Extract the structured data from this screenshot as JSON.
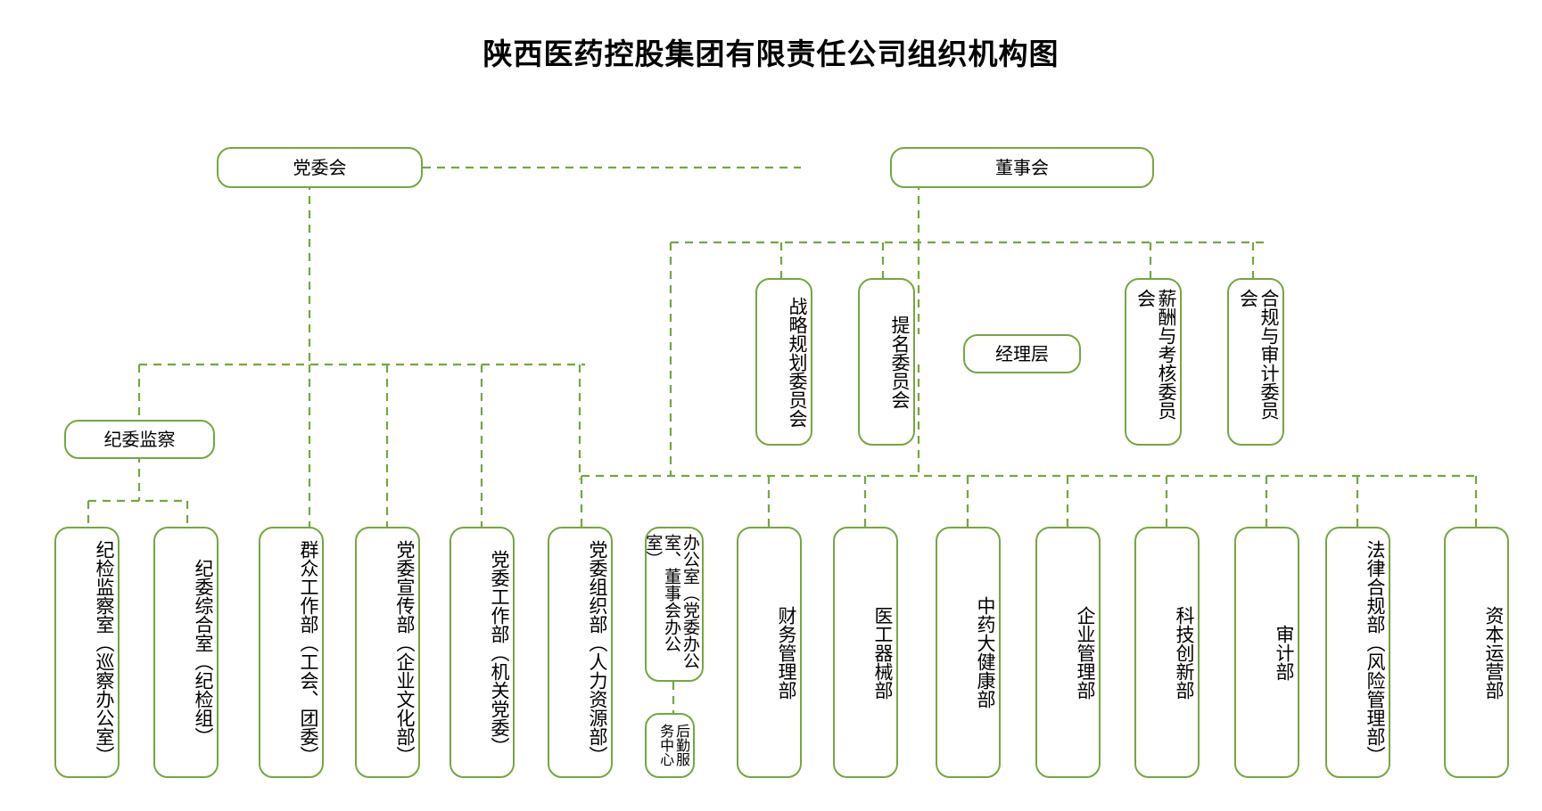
{
  "title": "陕西医药控股集团有限责任公司组织机构图",
  "colors": {
    "line": "#76a63f",
    "border": "#76a63f",
    "text": "#000000",
    "background": "#ffffff"
  },
  "nodes": {
    "party_committee": "党委会",
    "board_of_directors": "董事会",
    "strategy_committee": "战略规划委员会",
    "nomination_committee": "提名委员会",
    "management_layer": "经理层",
    "compensation_committee": "薪酬与考核委员会",
    "compliance_audit_committee": "合规与审计委员会",
    "discipline_inspection": "纪委监察",
    "dept_discipline_office": "纪检监察室（巡察办公室）",
    "dept_discipline_general": "纪委综合室（纪检组）",
    "dept_mass_work": "群众工作部（工会、团委）",
    "dept_propaganda": "党委宣传部（企业文化部）",
    "dept_party_work": "党委工作部（机关党委）",
    "dept_organization": "党委组织部（人力资源部）",
    "dept_office": "办公室（党委办公室、董事会办公室）",
    "dept_logistics": "后勤服务中心",
    "dept_finance": "财务管理部",
    "dept_medical_device": "医工器械部",
    "dept_tcm_health": "中药大健康部",
    "dept_enterprise_mgmt": "企业管理部",
    "dept_sci_tech": "科技创新部",
    "dept_audit": "审计部",
    "dept_legal": "法律合规部（风险管理部）",
    "dept_capital": "资本运营部"
  }
}
